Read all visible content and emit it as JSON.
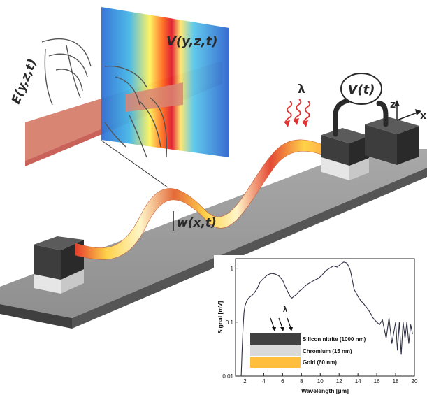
{
  "labels": {
    "efield": "E(y,z,t)",
    "voltage_field": "V(y,z,t)",
    "displacement": "w(x,t)",
    "voltage": "V(t)",
    "wavelength_symbol": "λ",
    "axis_z": "z",
    "axis_x": "x"
  },
  "colors": {
    "substrate_top": "#9c9c9c",
    "substrate_front": "#5a5a5a",
    "pad_dark": "#3a3a3a",
    "pad_light": "#dedede",
    "strip": "#d9806f",
    "arrows": "#555555",
    "wavy_arrows": "#e03030"
  },
  "inset": {
    "legend": {
      "lambda": "λ",
      "layers": [
        {
          "label": "Silicon nitrite (1000 nm)",
          "color": "#404040"
        },
        {
          "label": "Chromium (15 nm)",
          "color": "#d9d9d9"
        },
        {
          "label": "Gold (60 nm)",
          "color": "#ffbe3b"
        }
      ]
    }
  },
  "chart_data": {
    "type": "line",
    "xlabel": "Wavelength [µm]",
    "ylabel": "Signal [mV]",
    "xlim": [
      1,
      20
    ],
    "ylim": [
      0.01,
      1.5
    ],
    "yscale": "log",
    "xticks": [
      2,
      4,
      6,
      8,
      10,
      12,
      14,
      16,
      18,
      20
    ],
    "yticks": [
      {
        "value": 0.01,
        "label": "0.01"
      },
      {
        "value": 0.1,
        "label": "0.1"
      },
      {
        "value": 1,
        "label": "1"
      }
    ],
    "series": [
      {
        "color": "#2f2f44",
        "x": [
          1.6,
          1.7,
          1.8,
          1.9,
          2.0,
          2.2,
          2.4,
          2.6,
          2.8,
          3.0,
          3.3,
          3.6,
          4.0,
          4.4,
          4.8,
          5.2,
          5.6,
          6.0,
          6.3,
          6.6,
          6.8,
          7.0,
          7.2,
          7.5,
          7.8,
          8.0,
          8.3,
          8.6,
          9.0,
          9.4,
          9.8,
          10.2,
          10.6,
          11.0,
          11.4,
          11.8,
          12.2,
          12.5,
          12.8,
          13.0,
          13.2,
          13.4,
          13.6,
          13.8,
          14.0,
          14.3,
          14.6,
          15.0,
          15.3,
          15.6,
          16.0,
          16.3,
          16.6,
          17.0,
          17.3,
          17.6,
          18.0,
          18.2,
          18.4,
          18.6,
          18.8,
          19.0,
          19.2,
          19.4,
          19.6,
          19.8
        ],
        "y": [
          0.008,
          0.03,
          0.08,
          0.15,
          0.2,
          0.25,
          0.28,
          0.3,
          0.32,
          0.35,
          0.42,
          0.55,
          0.65,
          0.75,
          0.8,
          0.78,
          0.72,
          0.6,
          0.45,
          0.35,
          0.3,
          0.28,
          0.3,
          0.33,
          0.38,
          0.4,
          0.45,
          0.5,
          0.55,
          0.6,
          0.65,
          0.75,
          0.9,
          1.0,
          1.1,
          1.05,
          1.2,
          1.3,
          1.25,
          1.1,
          0.9,
          0.6,
          0.4,
          0.35,
          0.3,
          0.25,
          0.22,
          0.18,
          0.15,
          0.12,
          0.1,
          0.09,
          0.11,
          0.05,
          0.12,
          0.04,
          0.1,
          0.03,
          0.1,
          0.025,
          0.1,
          0.05,
          0.1,
          0.04,
          0.09,
          0.06
        ]
      }
    ]
  }
}
